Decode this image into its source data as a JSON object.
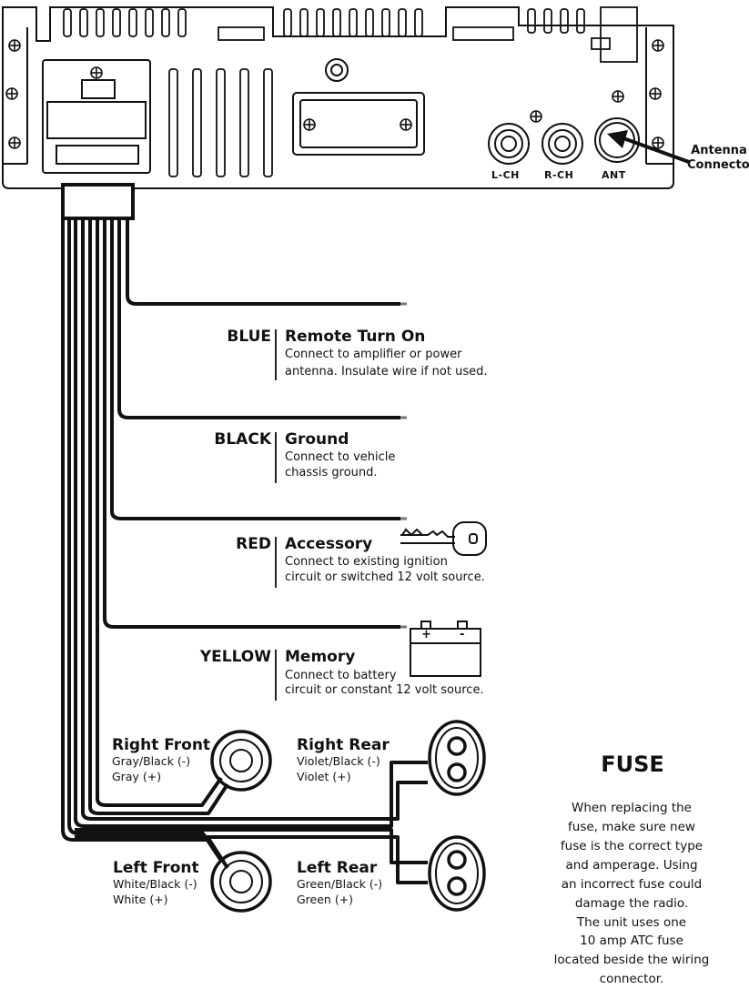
{
  "head_unit": {
    "antenna_label_line1": "Antenna",
    "antenna_label_line2": "Connector",
    "ports": {
      "lch": "L-CH",
      "rch": "R-CH",
      "ant": "ANT"
    }
  },
  "wires": [
    {
      "color": "BLUE",
      "title": "Remote Turn On",
      "desc_lines": [
        "Connect to amplifier or power",
        "antenna. Insulate wire if not used."
      ]
    },
    {
      "color": "BLACK",
      "title": "Ground",
      "desc_lines": [
        "Connect to vehicle",
        "chassis ground."
      ]
    },
    {
      "color": "RED",
      "title": "Accessory",
      "desc_lines": [
        "Connect to existing ignition",
        "circuit or switched 12 volt source."
      ]
    },
    {
      "color": "YELLOW",
      "title": "Memory",
      "desc_lines": [
        "Connect to battery",
        "circuit or constant 12 volt source."
      ]
    }
  ],
  "battery": {
    "plus": "+",
    "minus": "-"
  },
  "speakers": {
    "right_front": {
      "title": "Right Front",
      "line1": "Gray/Black (-)",
      "line2": "Gray (+)"
    },
    "right_rear": {
      "title": "Right Rear",
      "line1": "Violet/Black (-)",
      "line2": "Violet (+)"
    },
    "left_front": {
      "title": "Left Front",
      "line1": "White/Black (-)",
      "line2": "White (+)"
    },
    "left_rear": {
      "title": "Left Rear",
      "line1": "Green/Black (-)",
      "line2": "Green (+)"
    }
  },
  "fuse": {
    "title": "FUSE",
    "lines": [
      "When replacing the",
      "fuse, make sure new",
      "fuse is the correct type",
      "and amperage. Using",
      "an incorrect fuse could",
      "damage the radio.",
      "The unit uses one",
      "10 amp ATC fuse",
      "located beside the wiring",
      "connector."
    ]
  }
}
